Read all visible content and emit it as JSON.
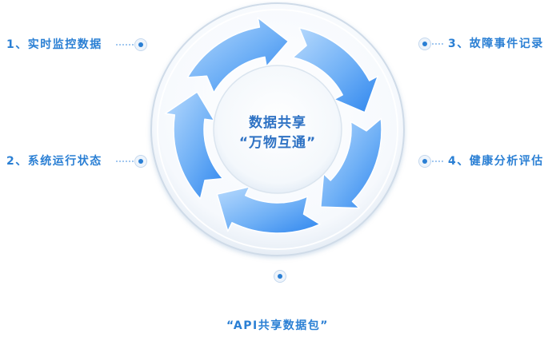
{
  "center": {
    "line1": "数据共享",
    "line2": "“万物互通”"
  },
  "labels": {
    "realtime": "1、实时监控数据",
    "system": "2、系统运行状态",
    "fault": "3、故障事件记录",
    "health": "4、健康分析评估",
    "api": "“API共享数据包”"
  },
  "icons": {
    "connector": "dot-ring-icon",
    "cycle": "circular-arrows-icon"
  },
  "colors": {
    "accent": "#2a7fd4",
    "arrow_light": "#aed3fb",
    "arrow_dark": "#3a8ef0",
    "ring": "#cfdbe8"
  }
}
